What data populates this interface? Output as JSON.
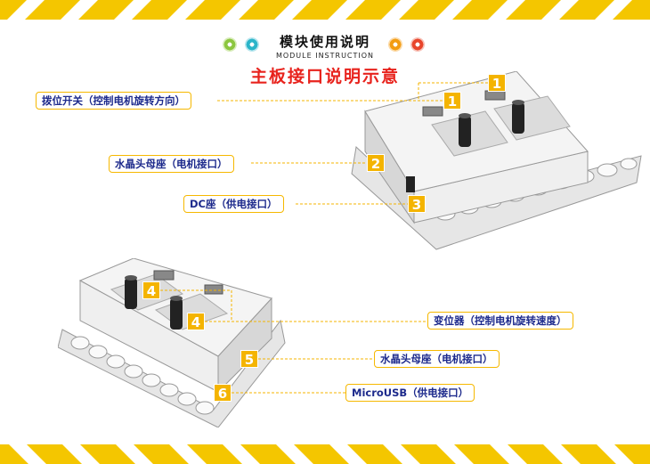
{
  "header": {
    "title_cn": "模块使用说明",
    "title_en": "MODULE INSTRUCTION",
    "subtitle": "主板接口说明示意"
  },
  "labels": {
    "dip_switch": "拨位开关（控制电机旋转方向）",
    "crystal_socket_1": "水晶头母座（电机接口）",
    "dc_socket": "DC座（供电接口）",
    "potentiometer": "变位器（控制电机旋转速度）",
    "crystal_socket_2": "水晶头母座（电机接口）",
    "micro_usb": "MicroUSB（供电接口）"
  },
  "badges": {
    "b1a": "1",
    "b1b": "1",
    "b2": "2",
    "b3": "3",
    "b4a": "4",
    "b4b": "4",
    "b5": "5",
    "b6": "6"
  },
  "colors": {
    "accent_yellow": "#f4b400",
    "label_text": "#1d2a8c",
    "subtitle_red": "#e8231d",
    "flower_green": "#8cc63f",
    "flower_cyan": "#2bb5c9",
    "flower_orange": "#f39c12",
    "flower_red": "#e8442a"
  }
}
